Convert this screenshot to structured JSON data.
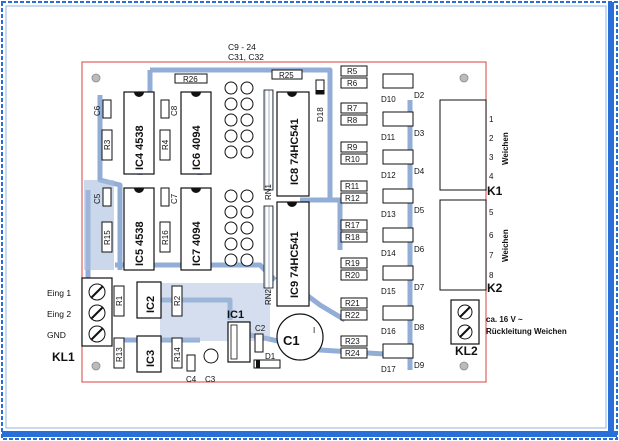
{
  "caps_header": {
    "line1": "C9 - 24",
    "line2": "C31, C32"
  },
  "resistors": {
    "R1": "R1",
    "R2": "R2",
    "R3": "R3",
    "R4": "R4",
    "R5": "R5",
    "R6": "R6",
    "R7": "R7",
    "R8": "R8",
    "R9": "R9",
    "R10": "R10",
    "R11": "R11",
    "R12": "R12",
    "R13": "R13",
    "R14": "R14",
    "R15": "R15",
    "R16": "R16",
    "R17": "R17",
    "R18": "R18",
    "R19": "R19",
    "R20": "R20",
    "R21": "R21",
    "R22": "R22",
    "R23": "R23",
    "R24": "R24",
    "R25": "R25",
    "R26": "R26"
  },
  "capacitors": {
    "C1": "C1",
    "C2": "C2",
    "C3": "C3",
    "C4": "C4",
    "C5": "C5",
    "C6": "C6",
    "C7": "C7",
    "C8": "C8"
  },
  "ics": {
    "IC1": "IC1",
    "IC2": "IC2",
    "IC3": "IC3",
    "IC4": "IC4  4538",
    "IC5": "IC5  4538",
    "IC6": "IC6  4094",
    "IC7": "IC7  4094",
    "IC8": "IC8  74HC541",
    "IC9": "IC9  74HC541"
  },
  "resnets": {
    "RN1": "RN1",
    "RN2": "RN2"
  },
  "diodes": {
    "D1": "D1",
    "D2": "D2",
    "D3": "D3",
    "D4": "D4",
    "D5": "D5",
    "D6": "D6",
    "D7": "D7",
    "D8": "D8",
    "D9": "D9",
    "D10": "D10",
    "D11": "D11",
    "D12": "D12",
    "D13": "D13",
    "D14": "D14",
    "D15": "D15",
    "D16": "D16",
    "D17": "D17",
    "D18": "D18"
  },
  "kl1": {
    "label": "KL1",
    "pins": [
      "Eing 1",
      "Eing 2",
      "GND"
    ]
  },
  "k1": {
    "label": "K1",
    "pins": [
      "1",
      "2",
      "3",
      "4"
    ],
    "title": "Weichen"
  },
  "k2": {
    "label": "K2",
    "pins": [
      "5",
      "6",
      "7",
      "8"
    ],
    "title": "Weichen"
  },
  "kl2": {
    "label": "KL2",
    "line1": "ca. 16 V ~",
    "line2": "Rückleitung Weichen"
  },
  "c1_polarity": "I",
  "colors": {
    "copper": "#7f9fcf",
    "frame": "#2a6ed8",
    "outline": "#e06060",
    "ink": "#111111"
  }
}
